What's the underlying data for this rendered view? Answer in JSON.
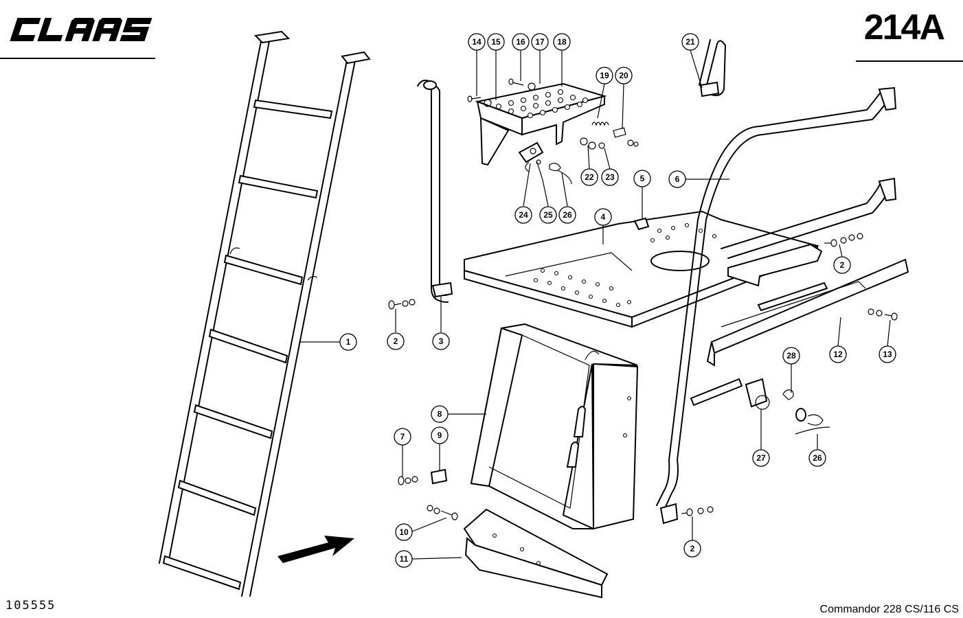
{
  "header": {
    "brand": "CLAAS",
    "page_number": "214A"
  },
  "footer": {
    "drawing_number": "105555",
    "model": "Commandor 228 CS/116 CS"
  },
  "callouts": [
    {
      "label": "1"
    },
    {
      "label": "2"
    },
    {
      "label": "3"
    },
    {
      "label": "14"
    },
    {
      "label": "15"
    },
    {
      "label": "16"
    },
    {
      "label": "17"
    },
    {
      "label": "18"
    },
    {
      "label": "19"
    },
    {
      "label": "20"
    },
    {
      "label": "22"
    },
    {
      "label": "23"
    },
    {
      "label": "24"
    },
    {
      "label": "25"
    },
    {
      "label": "26"
    },
    {
      "label": "21"
    },
    {
      "label": "5"
    },
    {
      "label": "6"
    },
    {
      "label": "4"
    },
    {
      "label": "2"
    },
    {
      "label": "12"
    },
    {
      "label": "13"
    },
    {
      "label": "28"
    },
    {
      "label": "27"
    },
    {
      "label": "26"
    },
    {
      "label": "8"
    },
    {
      "label": "7"
    },
    {
      "label": "9"
    },
    {
      "label": "10"
    },
    {
      "label": "11"
    },
    {
      "label": "2"
    }
  ]
}
